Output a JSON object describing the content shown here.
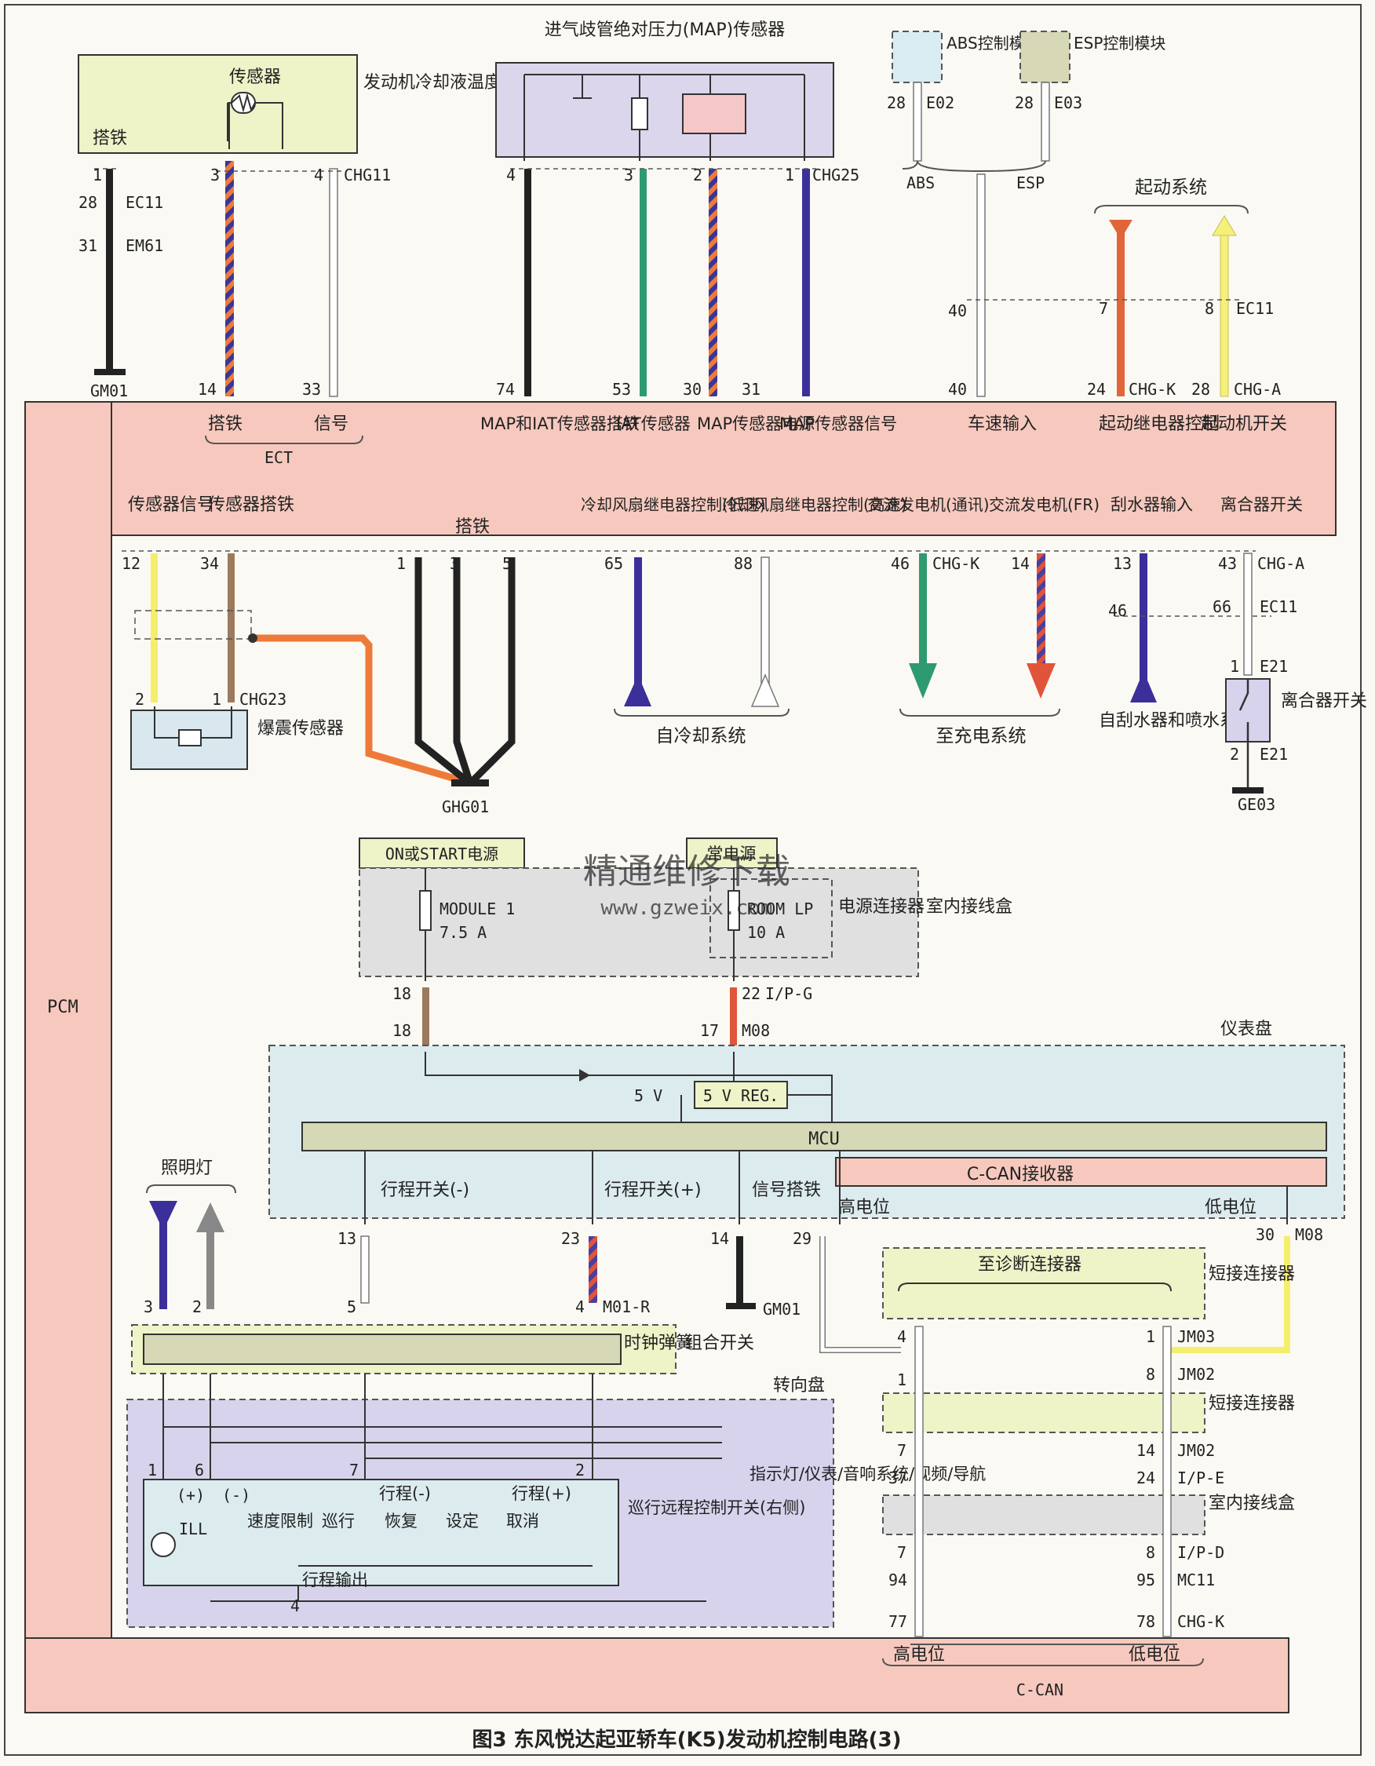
{
  "caption": "图3  东风悦达起亚轿车(K5)发动机控制电路(3)",
  "watermark": {
    "line1": "精通维修下载",
    "line2": "www.gzweix.com"
  },
  "ect_sensor": {
    "title": "发动机冷却液温度传感器",
    "sensor_label": "传感器",
    "ground_label": "搭铁",
    "pins": [
      "1",
      "3",
      "4"
    ],
    "connector": "CHG11"
  },
  "map_sensor": {
    "title": "进气歧管绝对压力(MAP)传感器",
    "pins": [
      "4",
      "3",
      "2",
      "1"
    ],
    "connector": "CHG25"
  },
  "abs_module": {
    "label": "ABS控制模块",
    "pin": "28",
    "connector": "E02",
    "bus_label": "ABS"
  },
  "esp_module": {
    "label": "ESP控制模块",
    "pin": "28",
    "connector": "E03",
    "bus_label": "ESP"
  },
  "start_system": {
    "label": "起动系统",
    "pin_a": "7",
    "pin_b": "8",
    "connector": "EC11"
  },
  "ground_chain": {
    "pin1": "28",
    "conn1": "EC11",
    "pin2": "31",
    "conn2": "EM61",
    "ground": "GM01"
  },
  "pcm": {
    "label": "PCM",
    "top_pins": [
      "14",
      "33",
      "74",
      "53",
      "30",
      "31",
      "40",
      "40",
      "24",
      "28"
    ],
    "connectors": {
      "chg_k": "CHG-K",
      "chg_a": "CHG-A"
    },
    "top_labels": {
      "ect_ground": "搭铁",
      "ect_signal": "信号",
      "ect": "ECT",
      "map_iat_ground": "MAP和IAT传感器搭铁",
      "iat_sensor": "IAT传感器",
      "map_power": "MAP传感器电源",
      "map_signal": "MAP传感器信号",
      "speed_input": "车速输入",
      "start_relay": "起动继电器控制",
      "starter_switch": "起动机开关"
    },
    "bottom_labels": {
      "sensor_signal": "传感器信号",
      "sensor_ground": "传感器搭铁",
      "ground": "搭铁",
      "fan_low": "冷却风扇继电器控制(低速)",
      "fan_high": "冷却风扇继电器控制(高速)",
      "alt_comm": "交流发电机(通讯)",
      "alt_fr": "交流发电机(FR)",
      "wiper": "刮水器输入",
      "clutch": "离合器开关"
    },
    "bottom_pins": [
      "12",
      "34",
      "1",
      "3",
      "5",
      "65",
      "88",
      "46",
      "14",
      "13",
      "43"
    ]
  },
  "knock_sensor": {
    "label": "爆震传感器",
    "pins": [
      "2",
      "1"
    ],
    "connector": "CHG23"
  },
  "ground_ghg01": "GHG01",
  "cooling_system": "自冷却系统",
  "charging_system": "至充电系统",
  "wiper_system": {
    "label": "自刮水器和喷水系统",
    "pin": "46"
  },
  "clutch_switch": {
    "label": "离合器开关",
    "pin_mid": "66",
    "conn_mid": "EC11",
    "pin_top": "1",
    "pin_bottom": "2",
    "connector": "E21",
    "ground": "GE03"
  },
  "power": {
    "ign": "ON或START电源",
    "battery": "常电源",
    "fuse1": "MODULE 1",
    "fuse1_rating": "7.5 A",
    "fuse2": "ROOM LP",
    "fuse2_rating": "10 A",
    "power_conn": "电源连接器",
    "junction_box": "室内接线盒",
    "pin18a": "18",
    "pin22": "22",
    "conn_ipg": "I/P-G",
    "pin18b": "18",
    "pin17": "17",
    "conn_m08": "M08"
  },
  "cluster": {
    "label": "仪表盘",
    "vreg": "5 V REG.",
    "v5": "5 V",
    "mcu": "MCU",
    "can_rx": "C-CAN接收器",
    "sw_minus": "行程开关(-)",
    "sw_plus": "行程开关(+)",
    "sig_ground": "信号搭铁",
    "can_high": "高电位",
    "can_low": "低电位",
    "pins": [
      "13",
      "23",
      "14",
      "29",
      "30"
    ],
    "conn_m08": "M08",
    "ground": "GM01"
  },
  "light": "照明灯",
  "combo_switch": {
    "clock_spring": "时钟弹簧",
    "label": "组合开关",
    "pins": [
      "3",
      "2",
      "5",
      "4"
    ],
    "connector": "M01-R"
  },
  "steering": {
    "label": "转向盘",
    "pins": [
      "1",
      "6",
      "7",
      "2",
      "4"
    ],
    "plus": "(+)",
    "minus": "(-)",
    "ill": "ILL",
    "speed_limit": "速度限制",
    "cruise": "巡行",
    "resume": "恢复",
    "set": "设定",
    "cancel": "取消",
    "trip_minus": "行程(-)",
    "trip_plus": "行程(+)",
    "trip_out": "行程输出",
    "cruise_ctrl": "巡行远程控制开关(右侧)",
    "outputs": "指示灯/仪表/音响系统/视频/导航"
  },
  "diag": {
    "connector_label": "至诊断连接器",
    "short_conn": "短接连接器",
    "short_conn2": "短接连接器",
    "jbox": "室内接线盒",
    "left_pins": [
      "4",
      "1",
      "7",
      "37",
      "7",
      "94",
      "77"
    ],
    "right_pins": [
      "1",
      "8",
      "14",
      "24",
      "8",
      "95",
      "78"
    ],
    "right_conns": [
      "JM03",
      "JM02",
      "JM02",
      "I/P-E",
      "I/P-D",
      "MC11",
      "CHG-K"
    ],
    "can_high": "高电位",
    "can_low": "低电位",
    "can": "C-CAN"
  }
}
